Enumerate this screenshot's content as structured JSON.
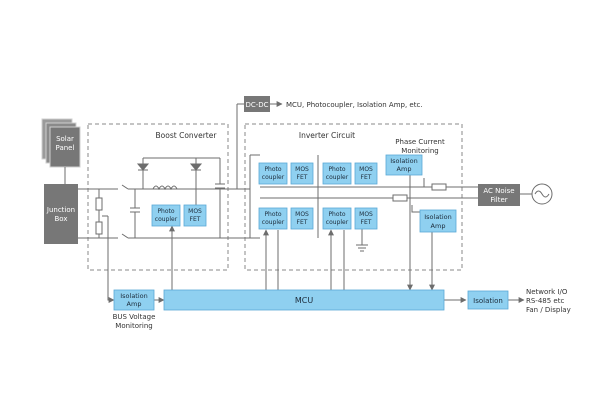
{
  "colors": {
    "block_blue": "#8fd0f0",
    "block_border": "#5aa9d6",
    "dark_block": "#757575",
    "line": "#6d6d6d",
    "dashed": "#8a8a8a",
    "label_text": "#333333"
  },
  "solar_panel": {
    "line1": "Solar",
    "line2": "Panel"
  },
  "junction_box": {
    "line1": "Junction",
    "line2": "Box"
  },
  "dc_dc": {
    "label": "DC-DC",
    "output_text": "MCU, Photocoupler, Isolation Amp, etc."
  },
  "boost_converter": {
    "title": "Boost Converter",
    "photocoupler": {
      "line1": "Photo",
      "line2": "coupler"
    },
    "mosfet": {
      "line1": "MOS",
      "line2": "FET"
    }
  },
  "inverter_circuit": {
    "title": "Inverter Circuit",
    "photocoupler": {
      "line1": "Photo",
      "line2": "coupler"
    },
    "mosfet": {
      "line1": "MOS",
      "line2": "FET"
    }
  },
  "phase_current": {
    "title_line1": "Phase Current",
    "title_line2": "Monitoring",
    "isolation_amp": {
      "line1": "Isolation",
      "line2": "Amp"
    }
  },
  "isolation_amp_lower": {
    "line1": "Isolation",
    "line2": "Amp"
  },
  "ac_noise_filter": {
    "line1": "AC Noise",
    "line2": "Filter"
  },
  "bus_voltage": {
    "isolation_amp": {
      "line1": "Isolation",
      "line2": "Amp"
    },
    "label_line1": "BUS Voltage",
    "label_line2": "Monitoring"
  },
  "mcu": {
    "label": "MCU"
  },
  "isolation_right": {
    "label": "Isolation"
  },
  "io_labels": {
    "line1": "Network I/O",
    "line2": "RS-485 etc",
    "line3": "Fan / Display"
  }
}
